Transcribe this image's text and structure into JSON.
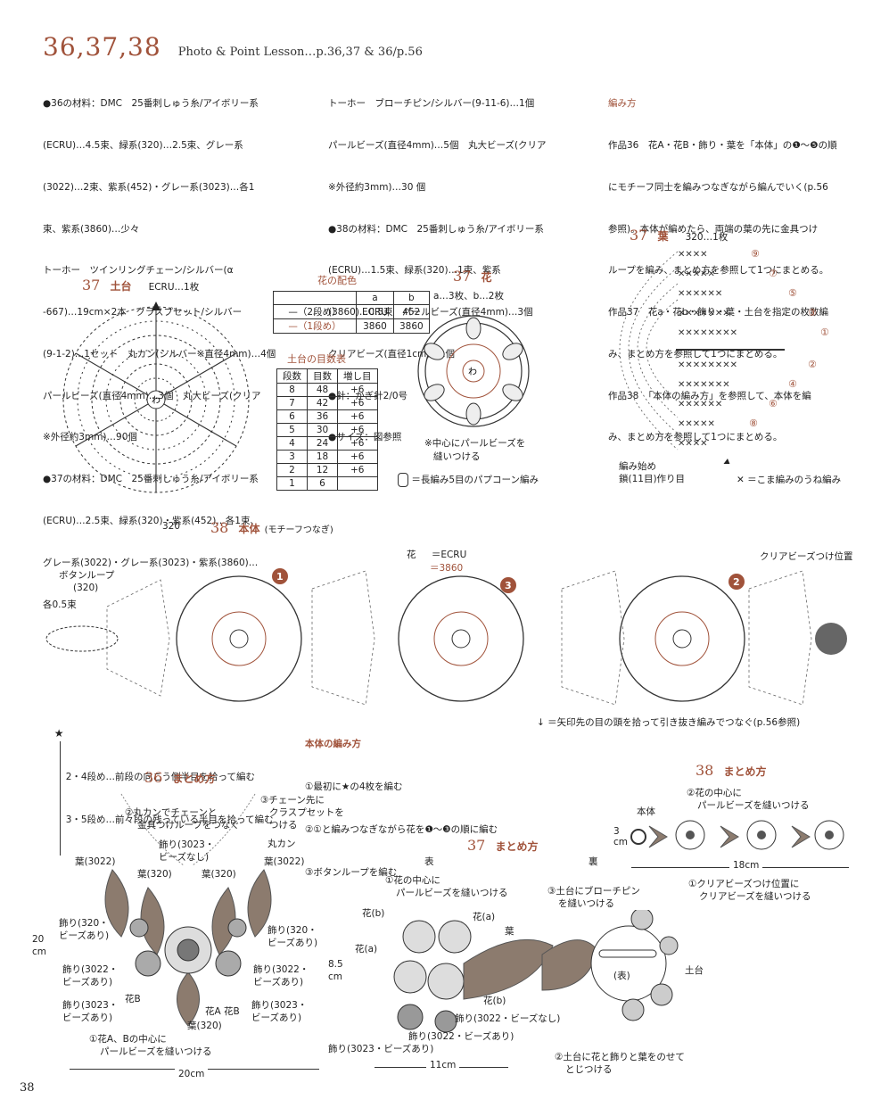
{
  "header": {
    "number": "36,37,38",
    "subtitle": "Photo & Point Lesson…p.36,37 & 36/p.56"
  },
  "materials": {
    "col1": [
      "●36の材料：DMC　25番刺しゅう糸/アイボリー系",
      "(ECRU)…4.5束、緑系(320)…2.5束、グレー系",
      "(3022)…2束、紫系(452)・グレー系(3023)…各1",
      "束、紫系(3860)…少々",
      "トーホー　ツインリングチェーン/シルバー(α",
      "-667)…19cm×2本　クラスプセット/シルバー",
      "(9-1-2)…1セット　丸カン(シルバー※直径4mm)…4個",
      "パールビーズ(直径4mm)…3個　丸大ビーズ(クリア",
      "※外径約3mm)…90個",
      "●37の材料：DMC　25番刺しゅう糸/アイボリー系",
      "(ECRU)…2.5束、緑系(320)・紫系(452)…各1束、",
      "グレー系(3022)・グレー系(3023)・紫系(3860)…",
      "各0.5束"
    ],
    "col2": [
      "トーホー　ブローチピン/シルバー(9-11-6)…1個",
      "パールビーズ(直径4mm)…5個　丸大ビーズ(クリア",
      "※外径約3mm)…30 個",
      "●38の材料：DMC　25番刺しゅう糸/アイボリー系",
      "(ECRU)…1.5束、緑系(320)…1束、紫系",
      "(3860)…0.5束　パールビーズ(直径4mm)…3個",
      "クリアビーズ(直径1cm)…1個",
      "●針：かぎ針2/0号",
      "●サイズ：図参照"
    ],
    "col3_title": "編み方",
    "col3": [
      "作品36　花A・花B・飾り・葉を「本体」の❶～❺の順",
      "にモチーフ同士を編みつなぎながら編んでいく(p.56",
      "参照)。本体が編めたら、両端の葉の先に金具つけ",
      "ループを編み、まとめ方を参照して1つにまとめる。",
      "作品37　花a・花b・飾り・葉・土台を指定の枚数編",
      "み、まとめ方を参照して1つにまとめる。",
      "作品38　「本体の編み方」を参照して、本体を編",
      "み、まとめ方を参照して1つにまとめる。"
    ]
  },
  "diagrams": {
    "base": {
      "num": "37",
      "label": "土台",
      "count": "ECRU…1枚",
      "center": "わ"
    },
    "flower_color": {
      "title": "花の配色",
      "head": [
        "",
        "a",
        "b"
      ],
      "rows": [
        [
          "—（2段め）",
          "ECRU",
          "452"
        ],
        [
          "—（1段め）",
          "3860",
          "3860"
        ]
      ]
    },
    "base_table": {
      "title": "土台の目数表",
      "head": [
        "段数",
        "目数",
        "増し目"
      ],
      "rows": [
        [
          "8",
          "48",
          "+6"
        ],
        [
          "7",
          "42",
          "+6"
        ],
        [
          "6",
          "36",
          "+6"
        ],
        [
          "5",
          "30",
          "+6"
        ],
        [
          "4",
          "24",
          "+6"
        ],
        [
          "3",
          "18",
          "+6"
        ],
        [
          "2",
          "12",
          "+6"
        ],
        [
          "1",
          "6",
          ""
        ]
      ]
    },
    "flower": {
      "num": "37",
      "label": "花",
      "count": "a…3枚、b…2枚",
      "center": "わ",
      "note1": "※中心にパールビーズを",
      "note2": "縫いつける",
      "legend": "＝長編み5目のパプコーン編み"
    },
    "leaf": {
      "num": "37",
      "label": "葉",
      "count": "320…1枚",
      "start1": "編み始め",
      "start2": "鎖(11目)作り目",
      "legend": "＝こま編みのうね編み"
    },
    "body38": {
      "num": "38",
      "label": "本体",
      "sub": "(モチーフつなぎ)",
      "yarn": "320",
      "flower_label": "花",
      "ecru": "＝ECRU",
      "c3860": "＝3860",
      "button_loop": "ボタンループ",
      "button_loop_yarn": "(320)",
      "clear_bead": "クリアビーズつけ位置",
      "note_a": "2・4段め…前段の向こう側半目を拾って編む",
      "note_b": "3・5段め…前々段の残っている半目を拾って編む",
      "howto_title": "本体の編み方",
      "howto1": "①最初に★の4枚を編む",
      "howto2": "②①と編みつなぎながら花を❶～❸の順に編む",
      "howto3": "③ボタンループを編む",
      "arrow_note": "＝矢印先の目の頭を拾って引き抜き編みでつなぐ(p.56参照)"
    }
  },
  "assembly36": {
    "num": "36",
    "label": "まとめ方",
    "l1": "②丸カンでチェーンと",
    "l2": "金具つけループをつなぐ",
    "l3": "③チェーン先に",
    "l4": "クラスプセットを",
    "l5": "つける",
    "a": "飾り(3023・",
    "b": "ビーズなし)",
    "marukan": "丸カン",
    "leaf_3022_l": "葉(3022)",
    "leaf_320_l": "葉(320)",
    "leaf_320_r": "葉(320)",
    "leaf_3022_r": "葉(3022)",
    "d320_l1": "飾り(320・",
    "d320_l2": "ビーズあり)",
    "d320_r1": "飾り(320・",
    "d320_r2": "ビーズあり)",
    "d3022_l1": "飾り(3022・",
    "d3022_l2": "ビーズあり)",
    "d3022_r1": "飾り(3022・",
    "d3022_r2": "ビーズあり)",
    "d3023_l1": "飾り(3023・",
    "d3023_l2": "ビーズあり)",
    "d3023_r1": "飾り(3023・",
    "d3023_r2": "ビーズあり)",
    "flowerB": "花B",
    "flowerAB": "花A 花B",
    "leaf320b": "葉(320)",
    "height": "20",
    "height_unit": "cm",
    "width": "20cm",
    "n1": "①花A、Bの中心に",
    "n2": "パールビーズを縫いつける"
  },
  "assembly37": {
    "num": "37",
    "label": "まとめ方",
    "front": "表",
    "back": "裏",
    "n1": "①花の中心に",
    "n2": "パールビーズを縫いつける",
    "n3": "③土台にブローチピン",
    "n4": "を縫いつける",
    "fb1": "花(b)",
    "fa1": "花(a)",
    "leaf": "葉",
    "fa2": "花(a)",
    "fb2": "花(b)",
    "d1": "飾り(3022・ビーズなし)",
    "d2": "飾り(3022・ビーズあり)",
    "d3": "飾り(3023・ビーズあり)",
    "height": "8.5",
    "height_unit": "cm",
    "width": "11cm",
    "omote": "(表)",
    "dodai": "土台",
    "n5": "②土台に花と飾りと葉をのせて",
    "n6": "とじつける"
  },
  "assembly38": {
    "num": "38",
    "label": "まとめ方",
    "n1": "②花の中心に",
    "n2": "パールビーズを縫いつける",
    "body": "本体",
    "h": "3",
    "h_unit": "cm",
    "width": "18cm",
    "n3": "①クリアビーズつけ位置に",
    "n4": "クリアビーズを縫いつける"
  },
  "page_number": "38",
  "colors": {
    "accent": "#a0523a",
    "line": "#333333",
    "leaf": "#8c7b6e",
    "gray": "#777777"
  }
}
